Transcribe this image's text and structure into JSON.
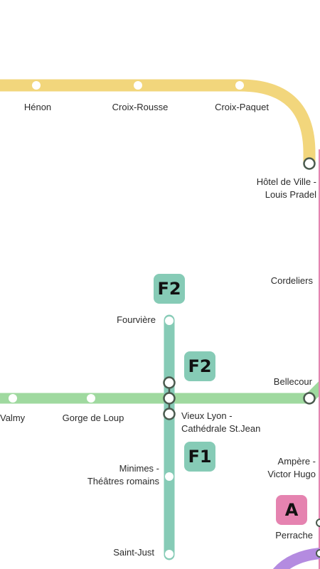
{
  "colors": {
    "line_c": "#f2d67c",
    "line_d": "#9fd99f",
    "funicular": "#86cbb6",
    "line_a": "#e583b0",
    "line_b": "#b48be0",
    "station_dot": "#ffffff",
    "transfer_ring": "#4a5a4e"
  },
  "stations": {
    "henon": "Hénon",
    "croix_rousse": "Croix-Rousse",
    "croix_paquet": "Croix-Paquet",
    "hotel_de_ville": "Hôtel de Ville -\nLouis Pradel",
    "cordeliers": "Cordeliers",
    "fourviere": "Fourvière",
    "bellecour": "Bellecour",
    "valmy": "Valmy",
    "gorge_de_loup": "Gorge de Loup",
    "vieux_lyon": "Vieux Lyon -\nCathédrale St.Jean",
    "minimes": "Minimes -\nThéâtres romains",
    "ampere": "Ampère -\nVictor Hugo",
    "perrache": "Perrache",
    "saint_just": "Saint-Just"
  },
  "badges": {
    "f2_top": "F2",
    "f2_mid": "F2",
    "f1": "F1",
    "a": "A"
  }
}
